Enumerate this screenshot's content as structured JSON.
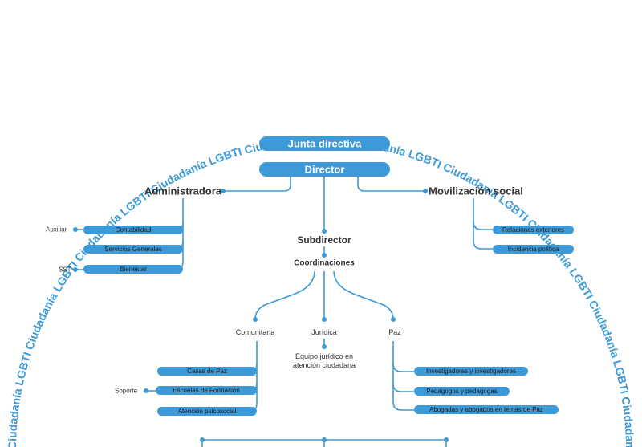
{
  "colors": {
    "accent": "#3d9ad8",
    "line": "#3d9ad8",
    "text": "#333333",
    "ring_text": "#3d9ad8"
  },
  "ring": {
    "segments": [
      "Ciudadanía LGBTI",
      "Ciudadanía LGBTI",
      "Ciudadanía LGBTI",
      "Ciudadanía LGBTI",
      "Ciudadanía LGBTI",
      "Ciudadanía LGBTI",
      "Ciudadanía LGBTI",
      "Ciudadanía LGBTI",
      "Ciudadanía LGBTI",
      "Ciudadanía LGBTI"
    ]
  },
  "org": {
    "junta": "Junta directiva",
    "director": "Director",
    "administradora": "Administradora",
    "movilizacion": "Movilización social",
    "subdirector": "Subdirector",
    "coordinaciones": "Coordinaciones",
    "admin_units": [
      "Contabilidad",
      "Servicios Generales",
      "Bienestar"
    ],
    "admin_side": {
      "auxiliar": "Auxiliar",
      "sst": "SST"
    },
    "mov_units": [
      "Relaciones exteriores",
      "Incidencia política"
    ],
    "coord": {
      "comunitaria": "Comunitaria",
      "juridica": "Jurídica",
      "paz": "Paz"
    },
    "juridica_unit": [
      "Equipo jurídico en",
      "atención ciudadana"
    ],
    "comunitaria_units": [
      "Casas de Paz",
      "Escuelas de Formación",
      "Atención psicosocial"
    ],
    "comunitaria_side": "Soporte",
    "paz_units": [
      "Investigadoras y investigadores",
      "Pedagogos y pedagogas",
      "Abogadas y abogados en temas de Paz"
    ]
  }
}
